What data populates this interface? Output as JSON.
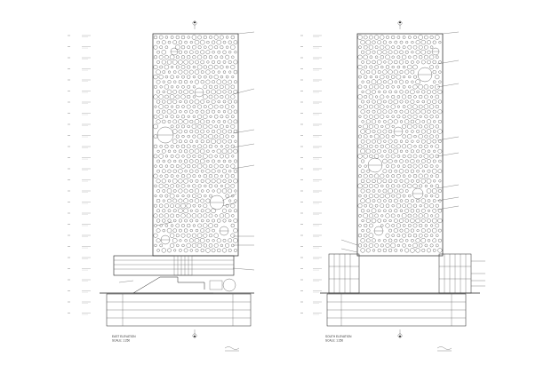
{
  "sheet": {
    "background": "#ffffff",
    "line_color": "#222222",
    "icons": [
      "north-arrow-icon",
      "section-marker-icon"
    ]
  },
  "east": {
    "title": "EAST ELEVATION",
    "scale": "SCALE: 1:250"
  },
  "south": {
    "title": "SOUTH ELEVATION",
    "scale": "SCALE: 1:250"
  }
}
